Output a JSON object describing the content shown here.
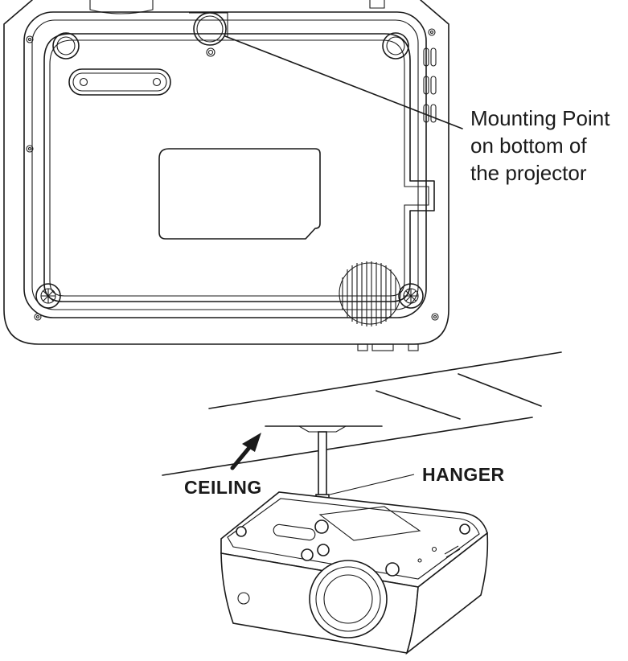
{
  "labels": {
    "mounting_point_line1": "Mounting Point",
    "mounting_point_line2": "on bottom of",
    "mounting_point_line3": "the projector",
    "ceiling": "CEILING",
    "hanger": "HANGER"
  },
  "icons": [
    "screw-icon",
    "vent-grille-icon",
    "arrow-icon"
  ]
}
